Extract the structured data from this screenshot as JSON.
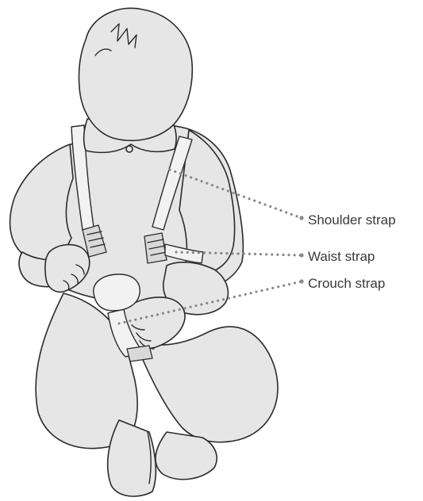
{
  "labels": {
    "shoulder_strap": "Shoulder strap",
    "waist_strap": "Waist strap",
    "crouch_strap": "Crouch strap"
  },
  "colors": {
    "body_fill": "#e6e6e6",
    "outline": "#2b2b2b",
    "leader": "#8a8a8a",
    "label_text": "#3a3a3a"
  }
}
